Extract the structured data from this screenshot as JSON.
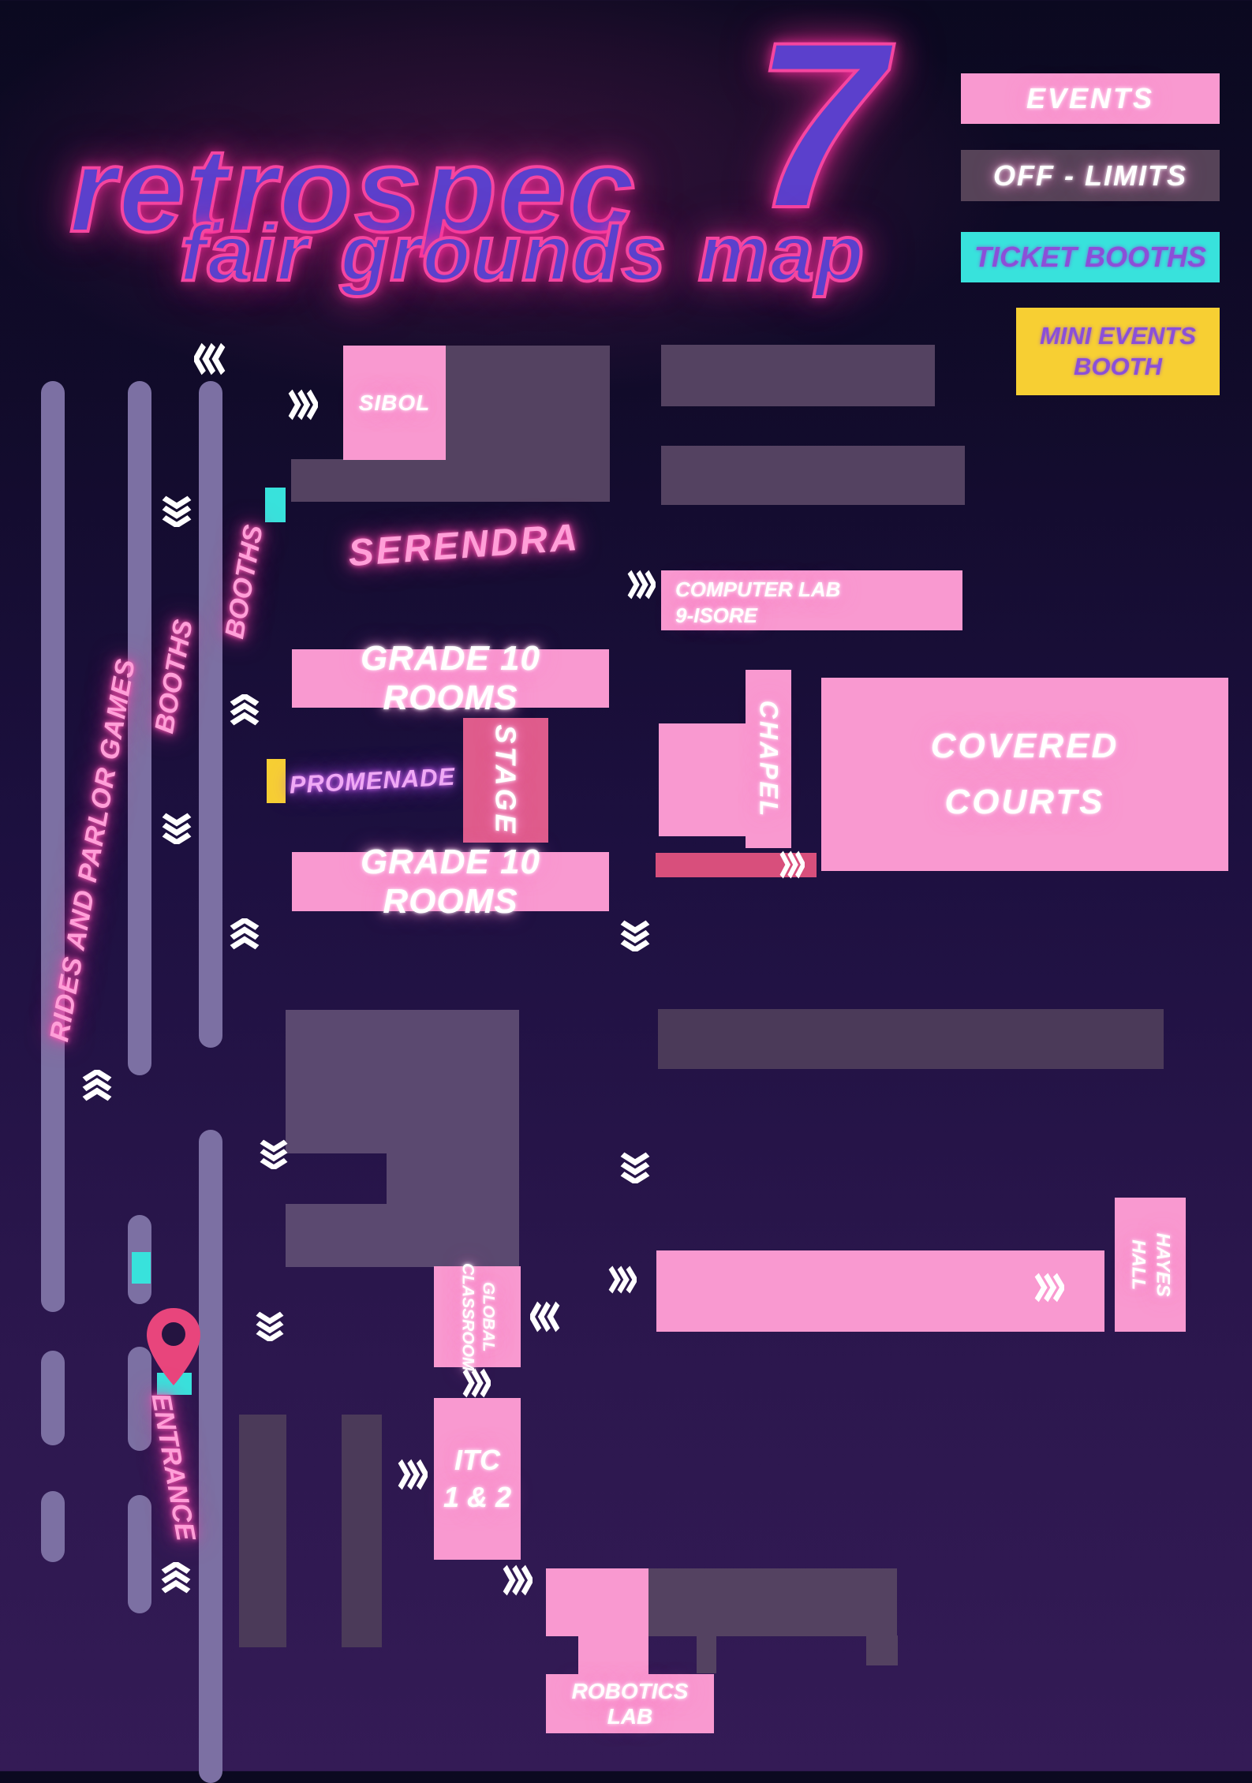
{
  "title": {
    "word": "retrospec",
    "numeral": "7",
    "subtitle": "fair grounds map"
  },
  "legend": {
    "events": "EVENTS",
    "off_limits": "OFF - LIMITS",
    "ticket_booths": "TICKET BOOTHS",
    "mini_events_line1": "MINI EVENTS",
    "mini_events_line2": "BOOTH"
  },
  "areas": {
    "sibol": "SIBOL",
    "serendra": "SERENDRA",
    "computer_lab_line1": "COMPUTER LAB",
    "computer_lab_line2": "9-ISORE",
    "grade10_top": "GRADE 10 ROOMS",
    "grade10_bottom": "GRADE 10 ROOMS",
    "stage": "STAGE",
    "promenade": "PROMENADE",
    "chapel": "CHAPEL",
    "covered_courts_line1": "COVERED",
    "covered_courts_line2": "COURTS",
    "hayes_hall_line1": "HAYES",
    "hayes_hall_line2": "HALL",
    "global_classroom_line1": "GLOBAL",
    "global_classroom_line2": "CLASSROOM",
    "itc_line1": "ITC",
    "itc_line2": "1 & 2",
    "robotics_lab": "ROBOTICS LAB"
  },
  "paths": {
    "rides": "RIDES AND PARLOR GAMES",
    "booths_mid": "BOOTHS",
    "booths_right": "BOOTHS",
    "entrance": "ENTRANCE"
  },
  "colors": {
    "events_pink": "#f999d0",
    "off_limits_plum": "#544261",
    "ticket_cyan": "#38e2dc",
    "mini_events_yellow": "#f7cf33",
    "stage_rose": "#df5c8c",
    "road_purple": "#7c70a3",
    "neon_pink": "#ff3fa8",
    "logo_purple": "#5b40cc"
  }
}
